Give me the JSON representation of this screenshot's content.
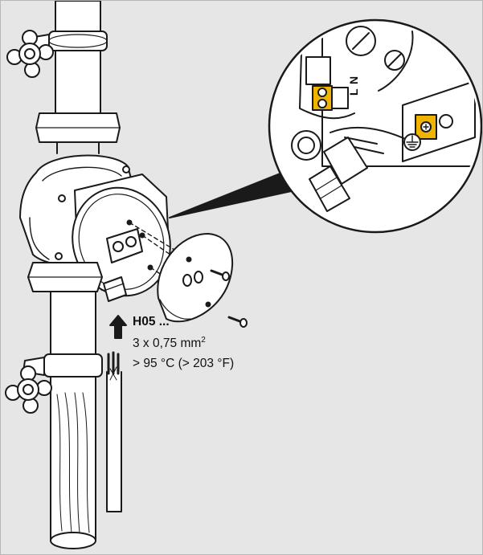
{
  "cable_spec": {
    "type": "H05 ...",
    "cross_section_prefix": "3 x 0,75 mm",
    "cross_section_exponent": "2",
    "temperature": "> 95 °C (> 203 °F)"
  },
  "terminals": {
    "line": "L",
    "neutral": "N"
  },
  "colors": {
    "background": "#e6e6e6",
    "outline": "#1a1a1a",
    "metal": "#ffffff",
    "terminal_block": "#f0b400"
  },
  "icons": [
    "gate-valve-icon",
    "earth-ground-icon",
    "screw-icon",
    "arrow-up-icon",
    "magnifier-callout-icon"
  ]
}
